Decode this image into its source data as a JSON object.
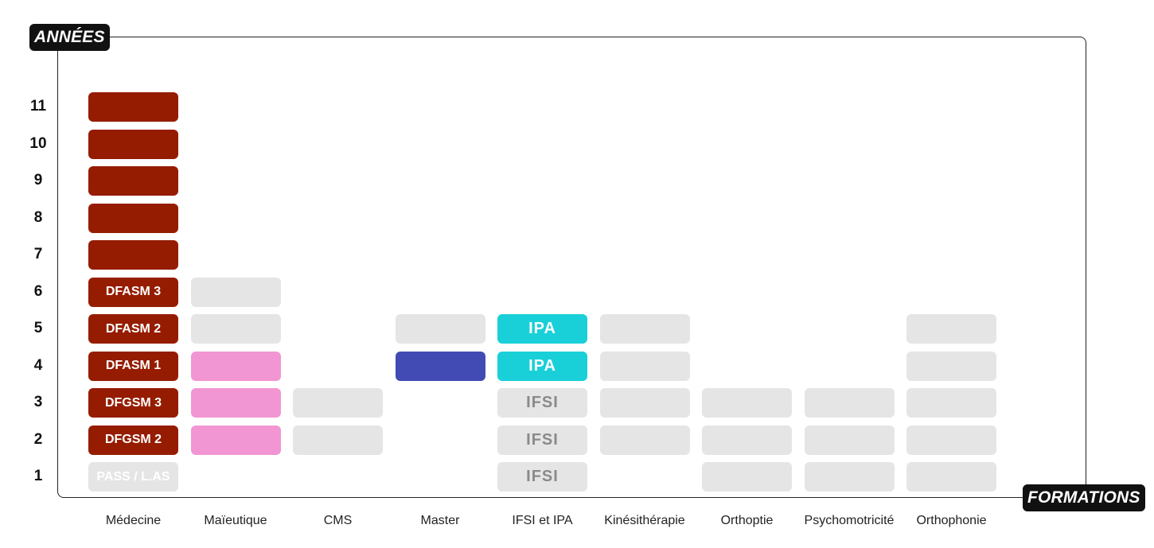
{
  "axis": {
    "y_title": "ANNÉES",
    "x_title": "FORMATIONS"
  },
  "years": [
    "1",
    "2",
    "3",
    "4",
    "5",
    "6",
    "7",
    "8",
    "9",
    "10",
    "11"
  ],
  "colors": {
    "medecine": "#951c00",
    "maieutique": "#f196d2",
    "master": "#424bb3",
    "ipa": "#19d0d8",
    "neutral": "#e5e5e5",
    "neutral_text": "#8a8a8a",
    "white_text": "#ffffff"
  },
  "formations": [
    {
      "label": "Médecine",
      "cells": [
        {
          "year": 1,
          "style": "neutral",
          "text": "PASS / L.AS",
          "text_color": "white_text"
        },
        {
          "year": 2,
          "style": "medecine",
          "text": "DFGSM 2"
        },
        {
          "year": 3,
          "style": "medecine",
          "text": "DFGSM 3"
        },
        {
          "year": 4,
          "style": "medecine",
          "text": "DFASM 1"
        },
        {
          "year": 5,
          "style": "medecine",
          "text": "DFASM 2"
        },
        {
          "year": 6,
          "style": "medecine",
          "text": "DFASM 3"
        },
        {
          "year": 7,
          "style": "medecine",
          "text": ""
        },
        {
          "year": 8,
          "style": "medecine",
          "text": ""
        },
        {
          "year": 9,
          "style": "medecine",
          "text": ""
        },
        {
          "year": 10,
          "style": "medecine",
          "text": ""
        },
        {
          "year": 11,
          "style": "medecine",
          "text": ""
        }
      ]
    },
    {
      "label": "Maïeutique",
      "cells": [
        {
          "year": 2,
          "style": "maieutique",
          "text": ""
        },
        {
          "year": 3,
          "style": "maieutique",
          "text": ""
        },
        {
          "year": 4,
          "style": "maieutique",
          "text": ""
        },
        {
          "year": 5,
          "style": "neutral",
          "text": ""
        },
        {
          "year": 6,
          "style": "neutral",
          "text": ""
        }
      ]
    },
    {
      "label": "CMS",
      "cells": [
        {
          "year": 2,
          "style": "neutral",
          "text": ""
        },
        {
          "year": 3,
          "style": "neutral",
          "text": ""
        }
      ]
    },
    {
      "label": "Master",
      "cells": [
        {
          "year": 4,
          "style": "master",
          "text": ""
        },
        {
          "year": 5,
          "style": "neutral",
          "text": ""
        }
      ]
    },
    {
      "label": "IFSI et IPA",
      "cells": [
        {
          "year": 1,
          "style": "neutral",
          "text": "IFSI",
          "text_color": "neutral_text",
          "big": true
        },
        {
          "year": 2,
          "style": "neutral",
          "text": "IFSI",
          "text_color": "neutral_text",
          "big": true
        },
        {
          "year": 3,
          "style": "neutral",
          "text": "IFSI",
          "text_color": "neutral_text",
          "big": true
        },
        {
          "year": 4,
          "style": "ipa",
          "text": "IPA",
          "big": true
        },
        {
          "year": 5,
          "style": "ipa",
          "text": "IPA",
          "big": true
        }
      ]
    },
    {
      "label": "Kinésithérapie",
      "cells": [
        {
          "year": 2,
          "style": "neutral",
          "text": ""
        },
        {
          "year": 3,
          "style": "neutral",
          "text": ""
        },
        {
          "year": 4,
          "style": "neutral",
          "text": ""
        },
        {
          "year": 5,
          "style": "neutral",
          "text": ""
        }
      ]
    },
    {
      "label": "Orthoptie",
      "cells": [
        {
          "year": 1,
          "style": "neutral",
          "text": ""
        },
        {
          "year": 2,
          "style": "neutral",
          "text": ""
        },
        {
          "year": 3,
          "style": "neutral",
          "text": ""
        }
      ]
    },
    {
      "label": "Psychomotricité",
      "cells": [
        {
          "year": 1,
          "style": "neutral",
          "text": ""
        },
        {
          "year": 2,
          "style": "neutral",
          "text": ""
        },
        {
          "year": 3,
          "style": "neutral",
          "text": ""
        }
      ]
    },
    {
      "label": "Orthophonie",
      "cells": [
        {
          "year": 1,
          "style": "neutral",
          "text": ""
        },
        {
          "year": 2,
          "style": "neutral",
          "text": ""
        },
        {
          "year": 3,
          "style": "neutral",
          "text": ""
        },
        {
          "year": 4,
          "style": "neutral",
          "text": ""
        },
        {
          "year": 5,
          "style": "neutral",
          "text": ""
        }
      ]
    }
  ]
}
